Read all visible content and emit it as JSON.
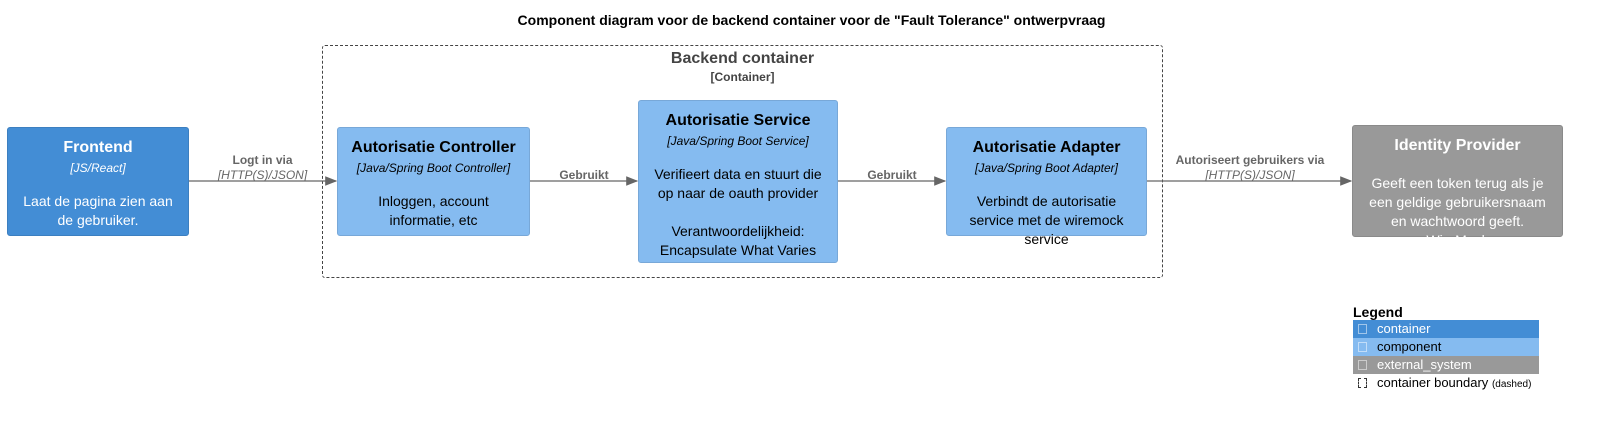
{
  "title": "Component diagram voor de backend container voor de \"Fault Tolerance\" ontwerpvraag",
  "boundary": {
    "name": "Backend container",
    "type": "[Container]"
  },
  "elements": {
    "frontend": {
      "name": "Frontend",
      "tech": "[JS/React]",
      "desc": "Laat de pagina zien aan de gebruiker."
    },
    "controller": {
      "name": "Autorisatie Controller",
      "tech": "[Java/Spring Boot Controller]",
      "desc": "Inloggen, account informatie, etc"
    },
    "service": {
      "name": "Autorisatie Service",
      "tech": "[Java/Spring Boot Service]",
      "desc": "Verifieert data en stuurt die op naar de oauth provider\n\nVerantwoordelijkheid: Encapsulate What Varies"
    },
    "adapter": {
      "name": "Autorisatie Adapter",
      "tech": "[Java/Spring Boot Adapter]",
      "desc": "Verbindt de autorisatie service met de wiremock service"
    },
    "idp": {
      "name": "Identity Provider",
      "desc": "Geeft een token terug als je een geldige gebruikersnaam en wachtwoord geeft. WireMock"
    }
  },
  "relations": {
    "r1": {
      "label": "Logt in via",
      "tech": "[HTTP(S)/JSON]"
    },
    "r2": {
      "label": "Gebruikt"
    },
    "r3": {
      "label": "Gebruikt"
    },
    "r4": {
      "label": "Autoriseert gebruikers via",
      "tech": "[HTTP(S)/JSON]"
    }
  },
  "legend": {
    "title": "Legend",
    "items": [
      {
        "label": "container",
        "color": "#438DD5"
      },
      {
        "label": "component",
        "color": "#85BBF0"
      },
      {
        "label": "external_system",
        "color": "#999999"
      }
    ],
    "boundary_label": "container boundary",
    "boundary_note": "(dashed)"
  },
  "colors": {
    "container": "#438DD5",
    "component": "#85BBF0",
    "external": "#999999",
    "edge": "#666666"
  }
}
